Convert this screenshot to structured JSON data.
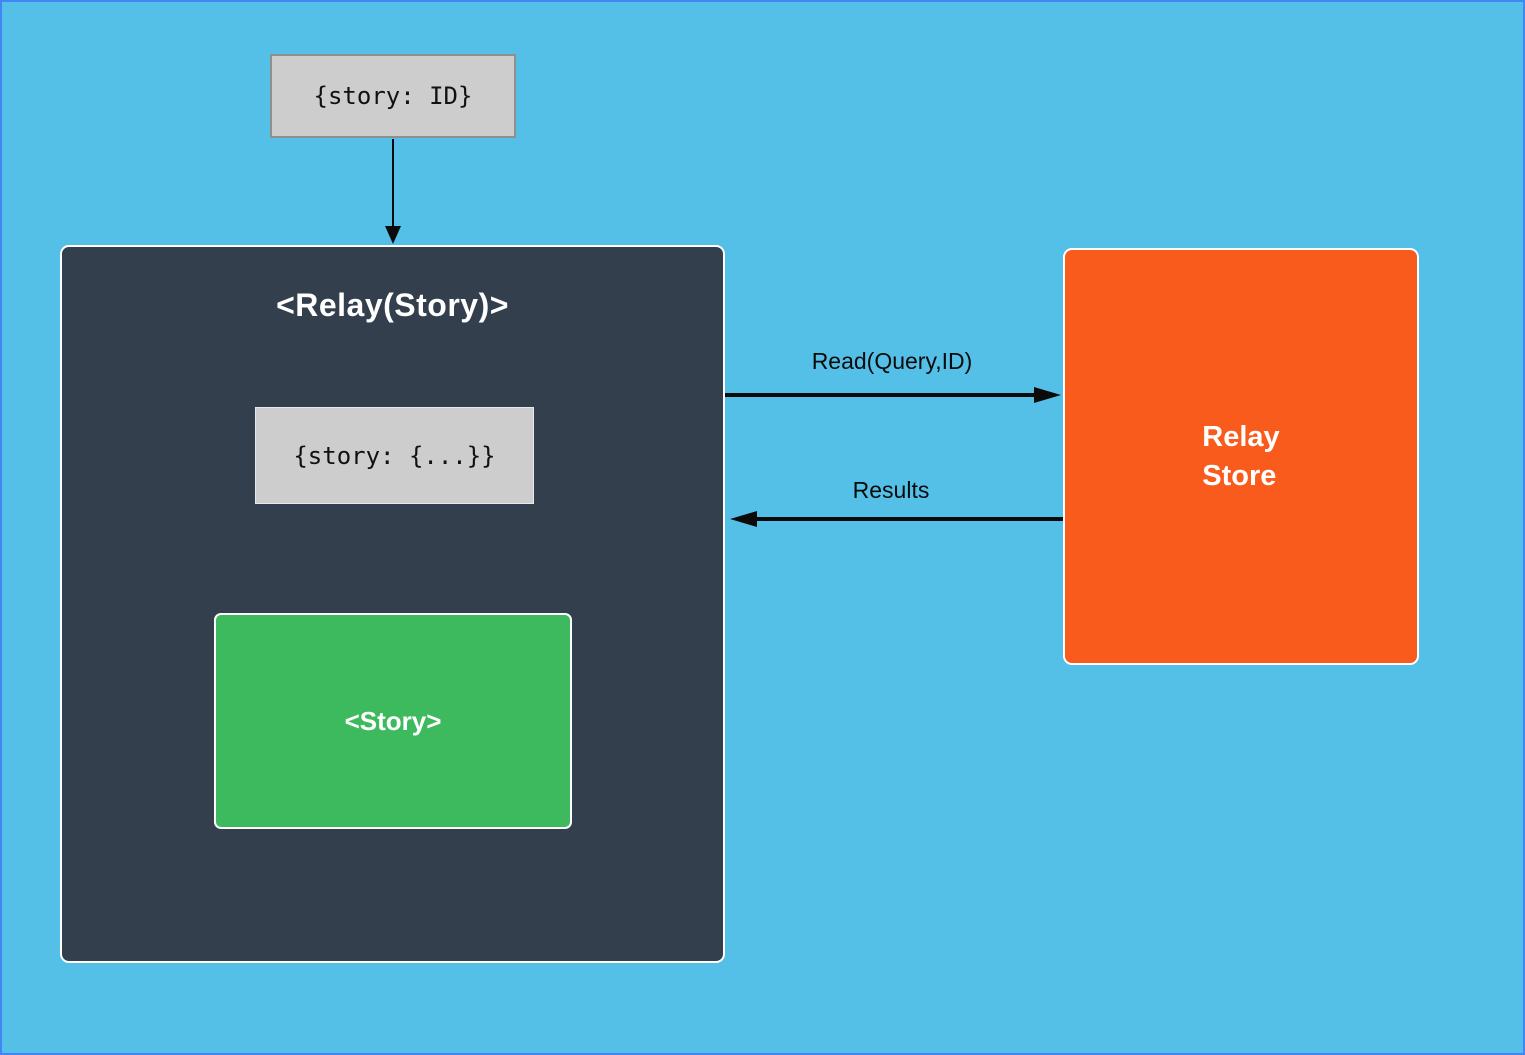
{
  "diagram": {
    "name": "relay-data-flow",
    "nodes": {
      "props_input": {
        "label": "{story: ID}"
      },
      "relay_container": {
        "label": "<Relay(Story)>"
      },
      "inner_props": {
        "label": "{story: {...}}"
      },
      "story_component": {
        "label": "<Story>"
      },
      "relay_store": {
        "line1": "Relay",
        "line2": "Store"
      }
    },
    "edges": {
      "read": {
        "label": "Read(Query,ID)",
        "direction": "container-to-store"
      },
      "results": {
        "label": "Results",
        "direction": "store-to-container"
      }
    },
    "colors": {
      "background": "#54c0e8",
      "frame_border": "#4285f4",
      "container_fill": "#333f4d",
      "props_fill": "#cdcdcd",
      "props_border": "#8f8f8f",
      "story_fill": "#3dba5e",
      "store_fill": "#f95b1c",
      "arrow_black": "#0b0b0b",
      "arrow_white": "#ffffff",
      "node_border": "#ffffff"
    }
  }
}
